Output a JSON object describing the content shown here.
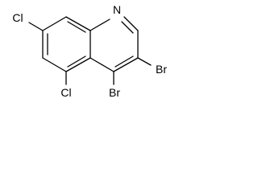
{
  "molecule": {
    "labels": {
      "n1": "N",
      "cl7": "Cl",
      "cl5": "Cl",
      "br3": "Br",
      "br4": "Br"
    }
  }
}
